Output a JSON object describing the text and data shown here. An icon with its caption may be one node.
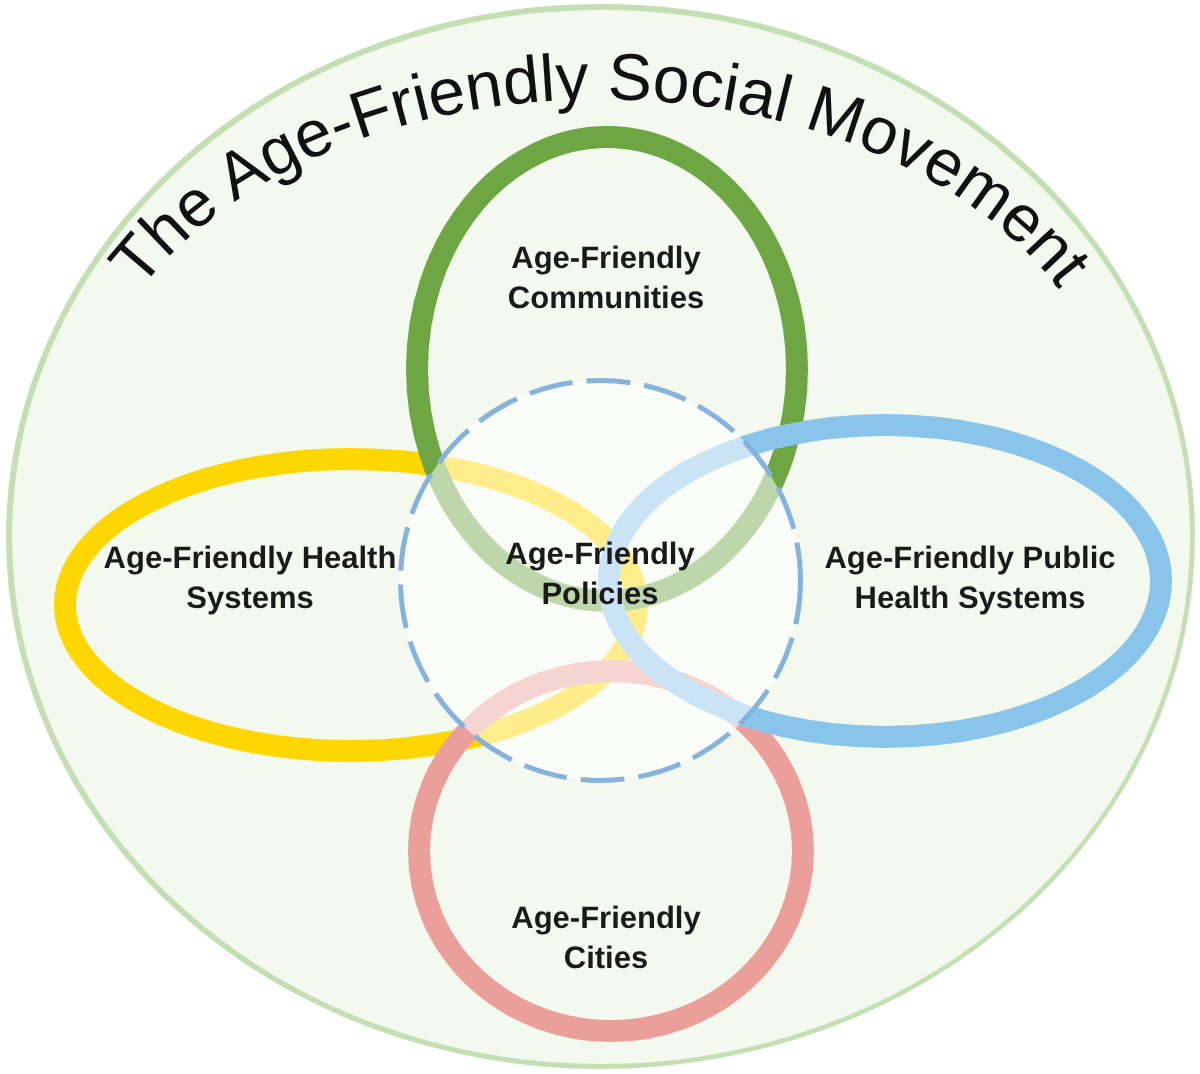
{
  "diagram": {
    "title": "The Age-Friendly Social Movement",
    "nodes": [
      {
        "text": [],
        "shape": "ellipse"
      },
      {
        "text": [
          "Age-Friendly Communities"
        ],
        "in": 0
      },
      {
        "text": [
          "Age-Friendly Health Systems"
        ],
        "in": 0
      },
      {
        "text": [
          "Age-Friendly Policies"
        ],
        "in": 0
      },
      {
        "text": [
          "Age-Friendly Public Health Systems"
        ],
        "in": 0
      },
      {
        "text": [
          "Age-Friendly Cities"
        ],
        "in": 0
      }
    ],
    "edges": []
  }
}
